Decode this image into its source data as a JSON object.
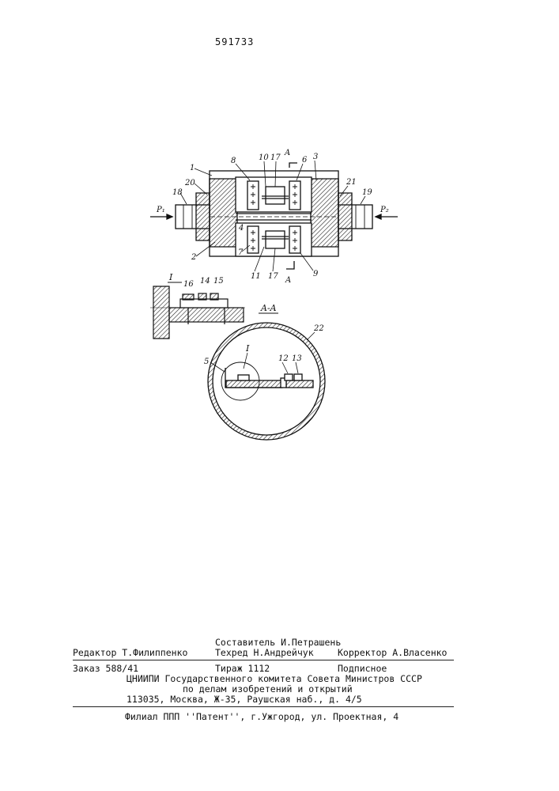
{
  "header": {
    "patent_number": "591733"
  },
  "figure": {
    "labels": {
      "n1": "1",
      "n2": "2",
      "n3": "3",
      "n4": "4",
      "n5": "5",
      "n6": "6",
      "n7": "7",
      "n8": "8",
      "n9": "9",
      "n10": "10",
      "n11": "11",
      "n12": "12",
      "n13": "13",
      "n14": "14",
      "n15": "15",
      "n16": "16",
      "n17a": "17",
      "n17b": "17",
      "n18": "18",
      "n19": "19",
      "n20": "20",
      "n21": "21",
      "n22": "22",
      "p1": "P₁",
      "p2": "P₂",
      "section_top": "A",
      "section_bottom": "A",
      "section_title": "A-A",
      "detail_top": "I",
      "detail_circle": "I"
    }
  },
  "imprint": {
    "compiler": "Составитель И.Петрашень",
    "editor": "Редактор Т.Филиппенко",
    "techred": "Техред Н.Андрейчук",
    "corrector": "Корректор А.Власенко",
    "order": "Заказ 588/41",
    "circulation": "Тираж 1112",
    "subscription": "Подписное",
    "org_line1": "ЦНИИПИ Государственного комитета Совета Министров СССР",
    "org_line2": "по делам изобретений и открытий",
    "address": "113035, Москва, Ж-35, Раушская наб., д. 4/5",
    "branch": "Филиал ППП ''Патент'', г.Ужгород, ул. Проектная, 4"
  }
}
